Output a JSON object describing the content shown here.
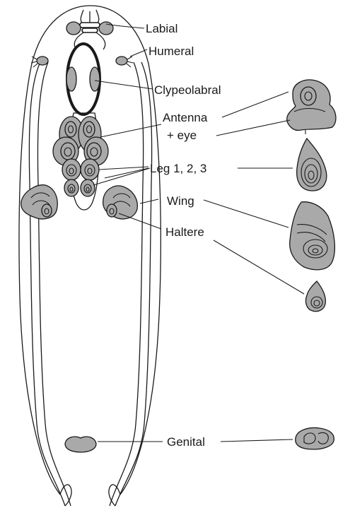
{
  "labels": {
    "labial": "Labial",
    "humeral": "Humeral",
    "clypeolabral": "Clypeolabral",
    "antenna": "Antenna",
    "eye": "+ eye",
    "legs": "Leg 1, 2, 3",
    "wing": "Wing",
    "haltere": "Haltere",
    "genital": "Genital"
  },
  "colors": {
    "disc_fill": "#a9a9a9",
    "stroke": "#1a1a1a",
    "background": "#ffffff"
  }
}
